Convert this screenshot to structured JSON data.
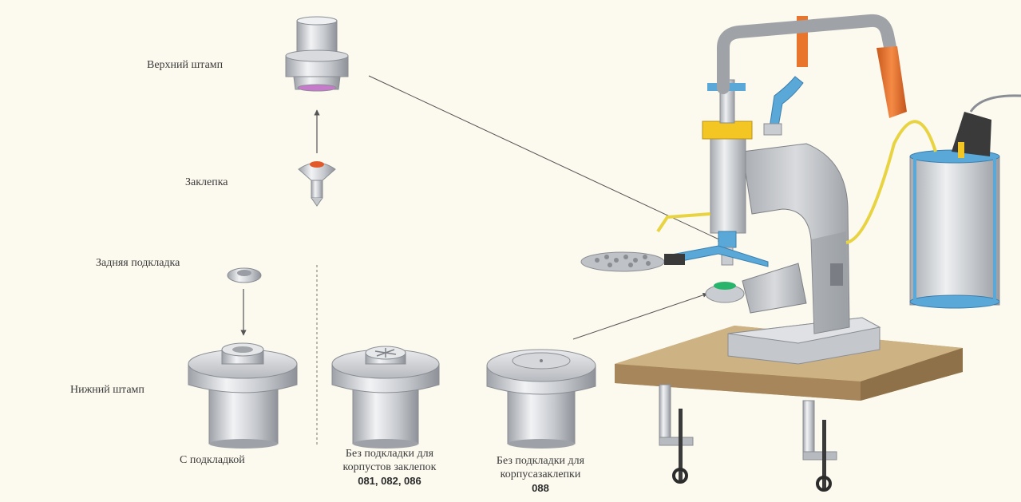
{
  "labels": {
    "upper_die": "Верхний штамп",
    "rivet": "Заклепка",
    "back_washer": "Задняя подкладка",
    "lower_die": "Нижний штамп",
    "with_washer": "С подкладкой",
    "no_washer_line1": "Без подкладки для",
    "no_washer_line2": "корпустов заклепок",
    "no_washer_codes": "081, 082, 086",
    "no_washer2_line1": "Без подкладки для",
    "no_washer2_line2": "корпусазаклепки",
    "no_washer2_code": "088"
  },
  "colors": {
    "background": "#fcf9ee",
    "metal": "#c9ccd0",
    "handle": "#e9742c",
    "blue_part": "#5aa8d8",
    "yellow_part": "#f3c623",
    "table_top": "#c9ad7f",
    "cable": "#e8d442"
  }
}
